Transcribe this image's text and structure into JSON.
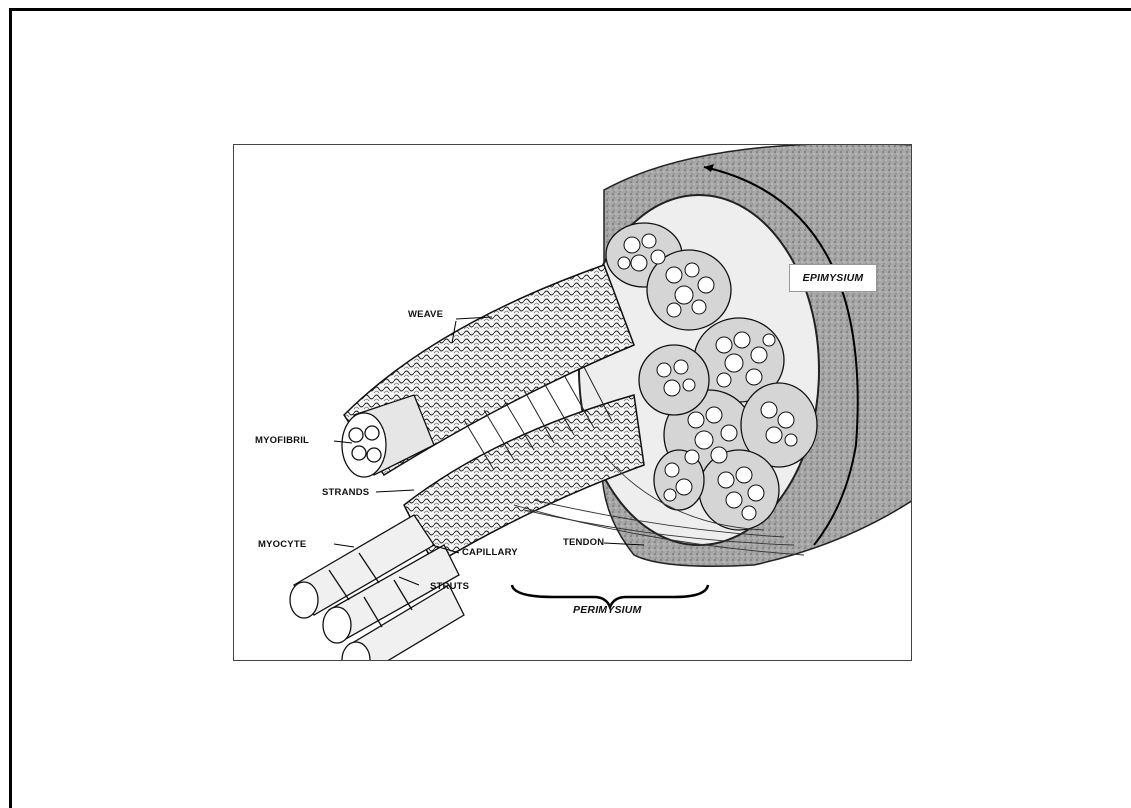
{
  "labels": {
    "epimysium": "EPIMYSIUM",
    "weave": "WEAVE",
    "myofibril": "MYOFIBRIL",
    "strands": "STRANDS",
    "myocyte": "MYOCYTE",
    "capillary": "CAPILLARY",
    "tendon": "TENDON",
    "struts": "STRUTS",
    "perimysium": "PERIMYSIUM"
  },
  "colors": {
    "background": "#ffffff",
    "ink": "#111111",
    "epimysium_fill": "#9a9a9a"
  }
}
